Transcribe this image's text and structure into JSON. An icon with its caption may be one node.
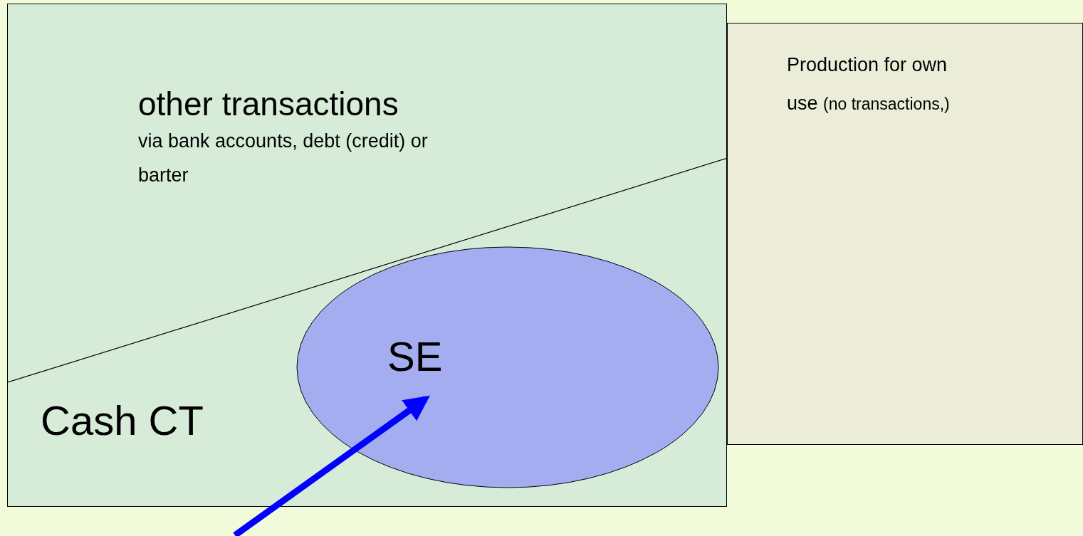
{
  "diagram": {
    "nodes": [
      {
        "text": [],
        "shape": "box"
      },
      {
        "text": [
          "other transactions",
          "via bank accounts, debt (credit) or barter"
        ],
        "in": 0
      },
      {
        "text": [
          "Cash CT"
        ],
        "in": 0
      },
      {
        "text": [
          "SE"
        ],
        "in": 0
      },
      {
        "text": [
          "Production for own use",
          "(no transactions,)"
        ]
      }
    ],
    "edges": [
      {
        "from": null,
        "to": 3,
        "arrow": "to",
        "color": "#0000ff"
      }
    ]
  }
}
